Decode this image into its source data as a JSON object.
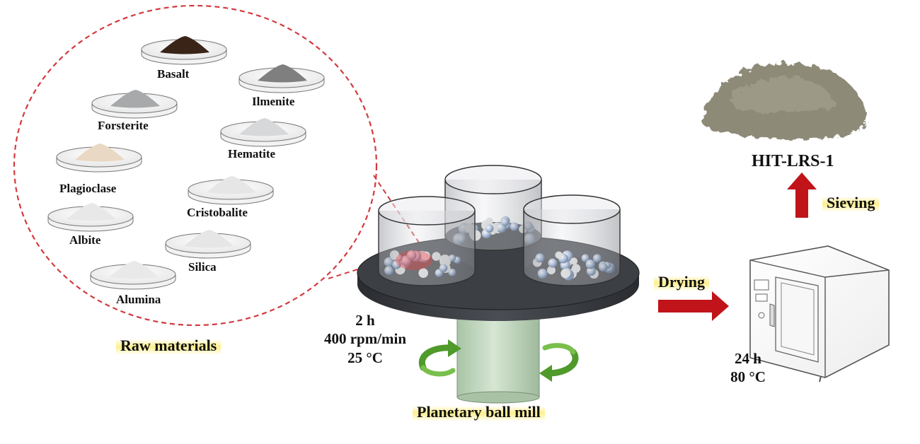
{
  "raw_materials": {
    "title": "Raw materials",
    "items": [
      {
        "label": "Basalt",
        "powder": "#3a2418"
      },
      {
        "label": "Ilmenite",
        "powder": "#7f7f7f"
      },
      {
        "label": "Forsterite",
        "powder": "#a7a9ab"
      },
      {
        "label": "Hematite",
        "powder": "#d6d8da"
      },
      {
        "label": "Plagioclase",
        "powder": "#e9d8c3"
      },
      {
        "label": "Cristobalite",
        "powder": "#e6e6e6"
      },
      {
        "label": "Albite",
        "powder": "#e8e8e8"
      },
      {
        "label": "Silica",
        "powder": "#e6e6e6"
      },
      {
        "label": "Alumina",
        "powder": "#e9e9e9"
      }
    ]
  },
  "ball_mill": {
    "title": "Planetary ball mill",
    "conditions": [
      "2 h",
      "400 rpm/min",
      "25 °C"
    ]
  },
  "drying": {
    "label": "Drying",
    "conditions": [
      "24 h",
      "80 °C"
    ]
  },
  "sieving": {
    "label": "Sieving"
  },
  "product": {
    "label": "HIT-LRS-1"
  },
  "colors": {
    "arrow_red": "#c0141a",
    "dashed_red": "#d33a3f",
    "rotate_green": "#4f9a2a",
    "mill_column": "#c7dcc4",
    "mill_plate": "#3c3f44",
    "highlight": "#ffec78",
    "product_powder": "#8e8a78"
  }
}
